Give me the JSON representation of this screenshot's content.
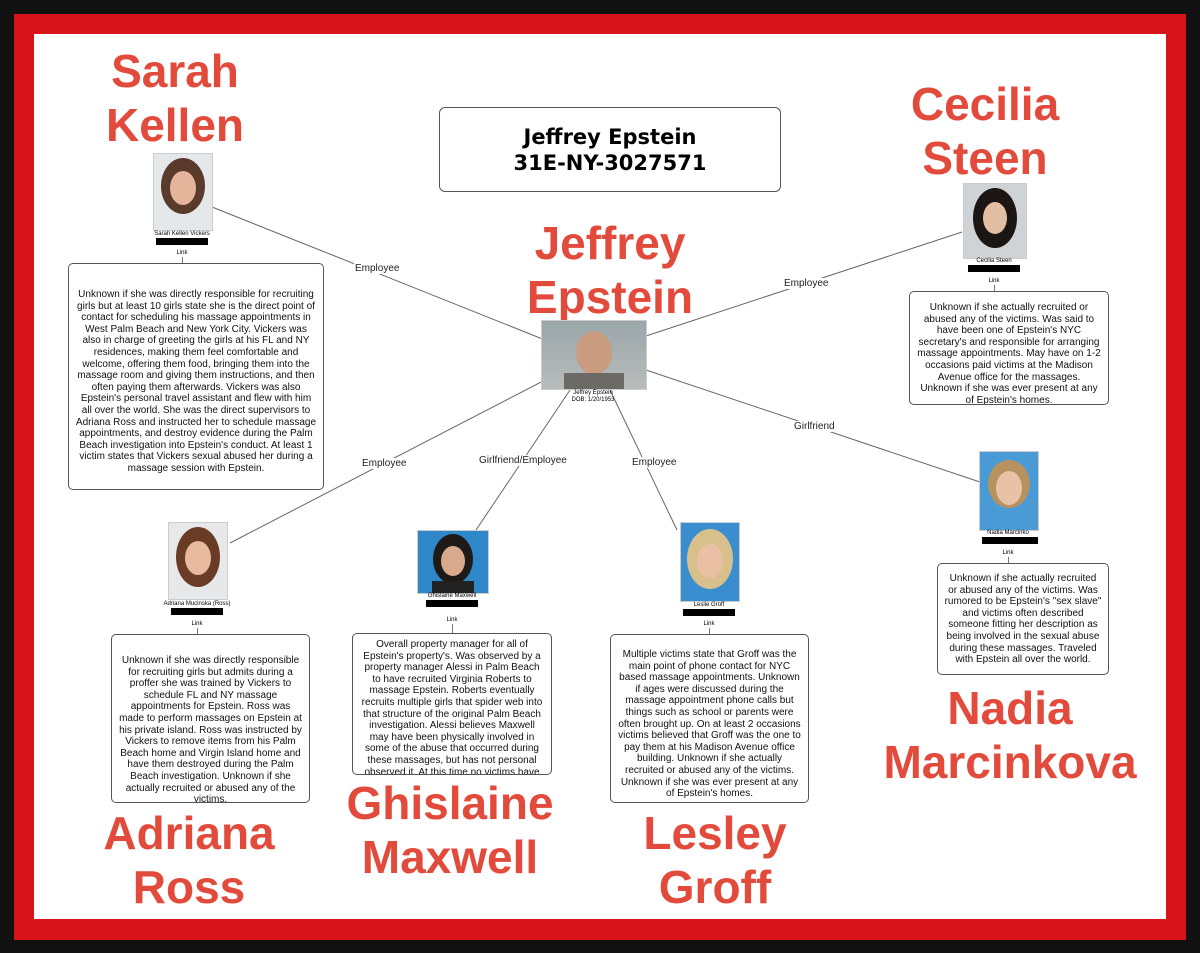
{
  "header": {
    "line1": "Jeffrey Epstein",
    "line2": "31E-NY-3027571"
  },
  "center": {
    "big_name_line1": "Jeffrey",
    "big_name_line2": "Epstein",
    "caption": "Jeffrey Epstein",
    "dob": "DOB: 1/20/1953"
  },
  "link_label": "Link",
  "people": {
    "kellen": {
      "big1": "Sarah",
      "big2": "Kellen",
      "caption": "Sarah Kellen Vickers",
      "relation": "Employee",
      "text": "Unknown if she was directly responsible for recruiting girls but at least 10 girls state she is the direct point of contact for scheduling his massage appointments in West Palm Beach and New York City.  Vickers was also in charge of greeting the girls at his FL and NY residences, making them feel comfortable and welcome, offering them food, bringing them into the massage room and giving them instructions, and then often paying them afterwards.  Vickers was also Epstein's personal travel assistant and flew with him all over the world.  She was the direct supervisors to Adriana Ross and instructed her to schedule massage appointments, and destroy evidence during the Palm Beach investigation into Epstein's conduct.  At least 1 victim states that Vickers sexual abused her during a massage session with Epstein."
    },
    "steen": {
      "big1": "Cecilia",
      "big2": "Steen",
      "caption": "Cecilia Steen",
      "relation": "Employee",
      "text": "Unknown if she actually recruited or abused any of the victims.  Was said to have been one of Epstein's NYC secretary's and responsible for arranging massage appointments.  May have on 1-2 occasions paid victims at the Madison Avenue office for the massages.  Unknown if she was ever present at any of Epstein's homes."
    },
    "ross": {
      "big1": "Adriana",
      "big2": "Ross",
      "caption": "Adriana Mucinska (Ross)",
      "relation": "Employee",
      "text": "Unknown if she was directly responsible for recruiting girls but admits during a proffer she was trained by Vickers to schedule FL and NY massage appointments for Epstein.  Ross was made to perform massages on Epstein at his private island.  Ross was instructed by Vickers to remove items from his Palm Beach home and Virgin Island home and have them destroyed during the Palm Beach investigation.  Unknown if she actually recruited or abused any of the victims."
    },
    "maxwell": {
      "big1": "Ghislaine",
      "big2": "Maxwell",
      "caption": "Ghislaine Maxwell",
      "relation": "Girlfriend/Employee",
      "text": "Overall property manager for all of Epstein's property's.  Was observed by a property manager Alessi in Palm Beach to have recruited Virginia Roberts to massage Epstein.  Roberts eventually recruits multiple girls that spider web into that structure of the original Palm Beach investigation.  Alessi believes Maxwell may have been physically involved in some of the abuse that occurred during these massages, but has not personal observed it.  At this time no victims have"
    },
    "groff": {
      "big1": "Lesley",
      "big2": "Groff",
      "caption": "Leslie Groff",
      "relation": "Employee",
      "text": "Multiple victims state that Groff was the main point of phone contact for NYC based massage appointments.  Unknown if ages were discussed during the massage appointment phone calls but things such as school or parents were often brought up.  On at least 2 occasions victims believed that Groff was the one to pay them at his Madison Avenue office building.  Unknown if she actually recruited or abused any of the victims.  Unknown if she was ever present at any of Epstein's homes."
    },
    "marcinkova": {
      "big1": "Nadia",
      "big2": "Marcinkova",
      "caption": "Nadia Marcinko",
      "relation": "Girlfriend",
      "text": "Unknown if she actually recruited or abused any of the victims.  Was rumored to be Epstein's \"sex slave\" and victims often described someone fitting her description as being involved in the sexual abuse during these massages.  Traveled with Epstein all over the world."
    }
  }
}
